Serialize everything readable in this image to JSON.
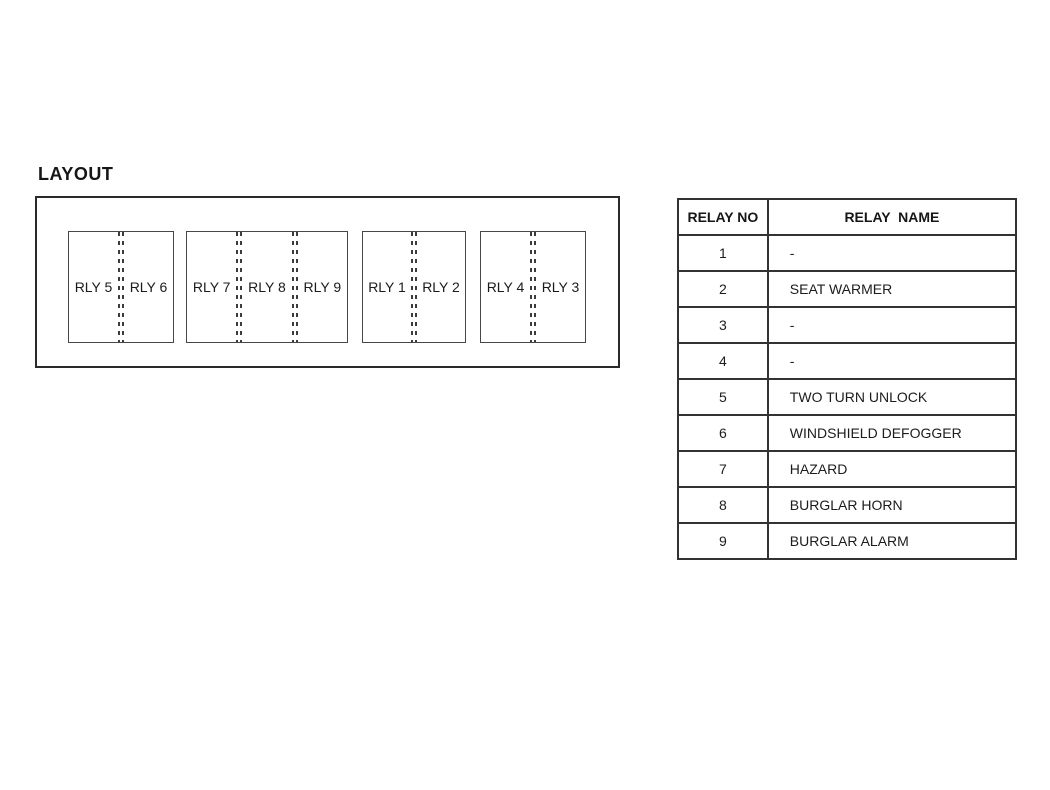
{
  "appearance": {
    "ink": "#1c1c1c",
    "line": "#333333",
    "background": "#ffffff"
  },
  "layout_panel": {
    "title": "LAYOUT",
    "boxes": [
      {
        "cells": [
          "RLY 5",
          "RLY 6"
        ]
      },
      {
        "cells": [
          "RLY 7",
          "RLY 8",
          "RLY 9"
        ]
      },
      {
        "cells": [
          "RLY 1",
          "RLY 2"
        ]
      },
      {
        "cells": [
          "RLY 4",
          "RLY 3"
        ]
      }
    ]
  },
  "relay_table": {
    "headers": [
      "RELAY NO",
      "RELAY  NAME"
    ],
    "rows": [
      {
        "no": "1",
        "name": "-"
      },
      {
        "no": "2",
        "name": "SEAT WARMER"
      },
      {
        "no": "3",
        "name": "-"
      },
      {
        "no": "4",
        "name": "-"
      },
      {
        "no": "5",
        "name": "TWO TURN UNLOCK"
      },
      {
        "no": "6",
        "name": "WINDSHIELD DEFOGGER"
      },
      {
        "no": "7",
        "name": "HAZARD"
      },
      {
        "no": "8",
        "name": "BURGLAR HORN"
      },
      {
        "no": "9",
        "name": "BURGLAR ALARM"
      }
    ]
  }
}
